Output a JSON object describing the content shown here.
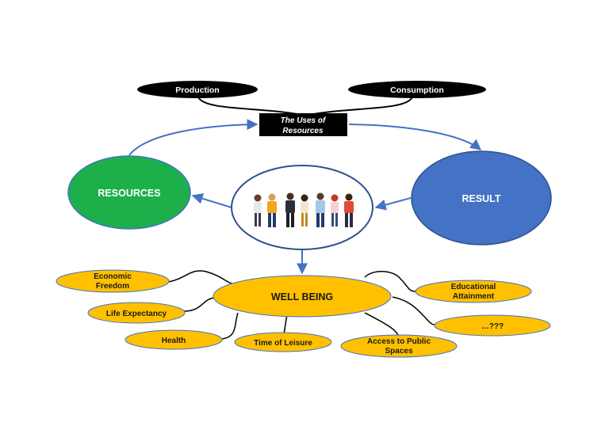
{
  "top": {
    "production": "Production",
    "consumption": "Consumption",
    "uses_line1": "The Uses of",
    "uses_line2": "Resources"
  },
  "resources": "RESOURCES",
  "result": "RESULT",
  "well_being": "WELL BEING",
  "factors": {
    "economic_freedom_1": "Economic",
    "economic_freedom_2": "Freedom",
    "life_expectancy": "Life Expectancy",
    "health": "Health",
    "time_of_leisure": "Time of Leisure",
    "access_1": "Access to Public",
    "access_2": "Spaces",
    "educational_1": "Educational",
    "educational_2": "Attainment",
    "unknown": "…???"
  },
  "colors": {
    "resources_fill": "#1db04a",
    "result_fill": "#4472c4",
    "factor_fill": "#ffc000",
    "arrow": "#4472c4",
    "dark": "#000000"
  },
  "people_icon": "group-of-people-icon"
}
